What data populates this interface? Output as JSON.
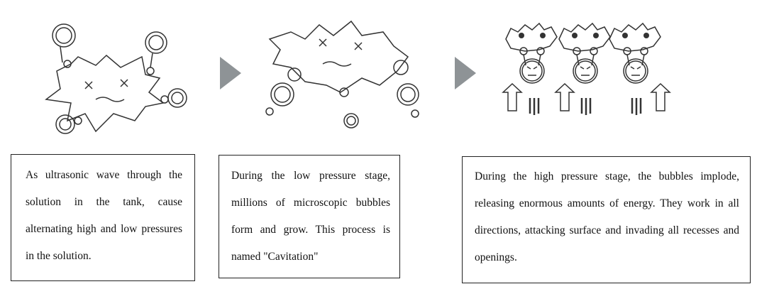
{
  "steps": [
    {
      "text": "As ultrasonic wave through the solution in the tank, cause alternating high and low pressures in the solution."
    },
    {
      "text": "During the low pressure stage, millions of microscopic bubbles form and grow. This process is named \"Cavitation\""
    },
    {
      "text": "During the high pressure stage, the bubbles implode, releasing enormous amounts of energy. They work in all directions, attacking surface and invading all recesses and openings."
    }
  ],
  "colors": {
    "arrow": "#8e9396",
    "line": "#333333",
    "border": "#222222"
  },
  "icons": [
    "dirt-blob-illustration",
    "bubble-illustration",
    "next-arrow-icon",
    "imploding-bubble-illustration",
    "pressure-up-arrow-icon"
  ]
}
